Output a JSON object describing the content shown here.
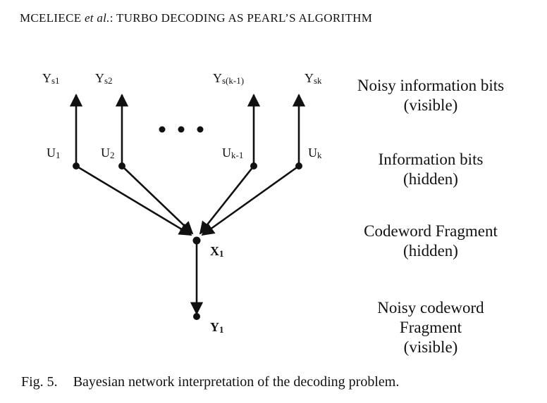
{
  "header": {
    "prefix": "MCELIECE ",
    "authors_em": "et al.",
    "suffix": ": TURBO DECODING AS PEARL’S ALGORITHM"
  },
  "nodes": {
    "ys": [
      {
        "base": "Y",
        "sub": "s1"
      },
      {
        "base": "Y",
        "sub": "s2"
      },
      {
        "base": "Y",
        "sub": "s(k-1)"
      },
      {
        "base": "Y",
        "sub": "sk"
      }
    ],
    "u": [
      {
        "base": "U",
        "sub": "1"
      },
      {
        "base": "U",
        "sub": "2"
      },
      {
        "base": "U",
        "sub": "k-1"
      },
      {
        "base": "U",
        "sub": "k"
      }
    ],
    "x": {
      "base": "X",
      "sub": "1"
    },
    "y": {
      "base": "Y",
      "sub": "1"
    }
  },
  "side_labels": {
    "noisy_info": [
      "Noisy information bits",
      "(visible)"
    ],
    "info_bits": [
      "Information bits",
      "(hidden)"
    ],
    "codeword_fragment": [
      "Codeword Fragment",
      "(hidden)"
    ],
    "noisy_codeword": [
      "Noisy codeword",
      "Fragment",
      "(visible)"
    ]
  },
  "caption": {
    "label": "Fig. 5.",
    "text": "Bayesian network interpretation of the decoding problem."
  }
}
